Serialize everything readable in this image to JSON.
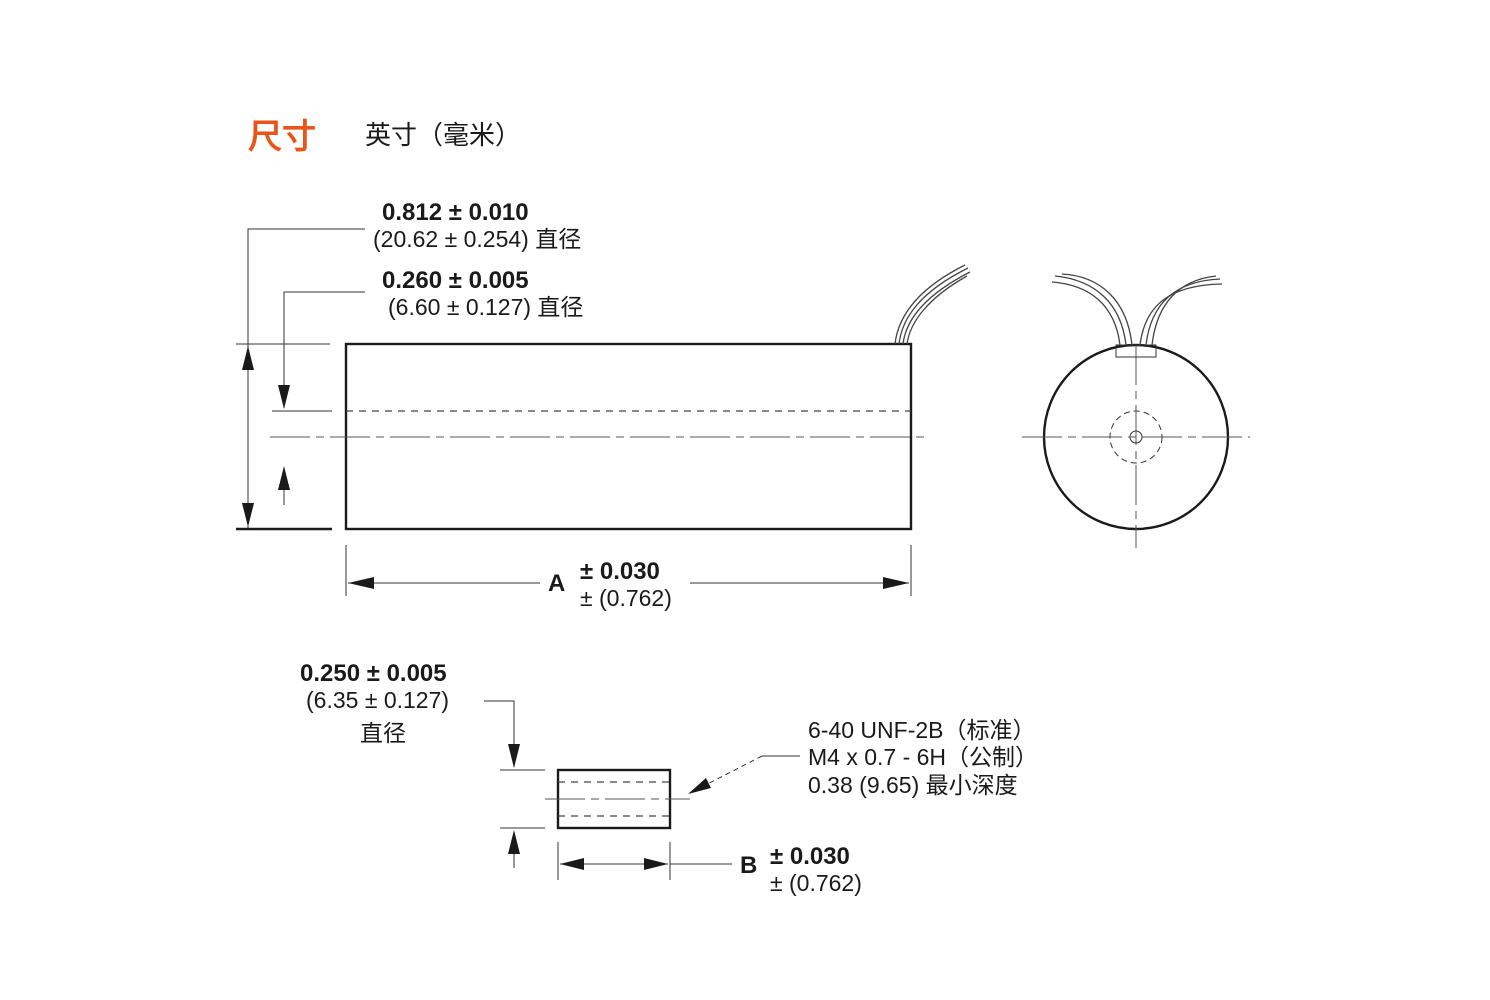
{
  "header": {
    "title": "尺寸",
    "units": "英寸（毫米）",
    "title_color": "#e8541a"
  },
  "outer_diameter": {
    "inch": "0.812 ± 0.010",
    "mm": "(20.62 ± 0.254) 直径"
  },
  "inner_diameter": {
    "inch": "0.260 ± 0.005",
    "mm": "(6.60 ± 0.127) 直径"
  },
  "length_a": {
    "label": "A",
    "inch_tol": "± 0.030",
    "mm_tol": "± (0.762)"
  },
  "plunger_diameter": {
    "inch": "0.250 ± 0.005",
    "mm": "(6.35 ± 0.127)",
    "suffix": "直径"
  },
  "thread": {
    "line1": "6-40 UNF-2B（标准）",
    "line2": "M4 x 0.7 - 6H（公制）",
    "line3": "0.38 (9.65) 最小深度"
  },
  "length_b": {
    "label": "B",
    "inch_tol": "± 0.030",
    "mm_tol": "± (0.762)"
  }
}
